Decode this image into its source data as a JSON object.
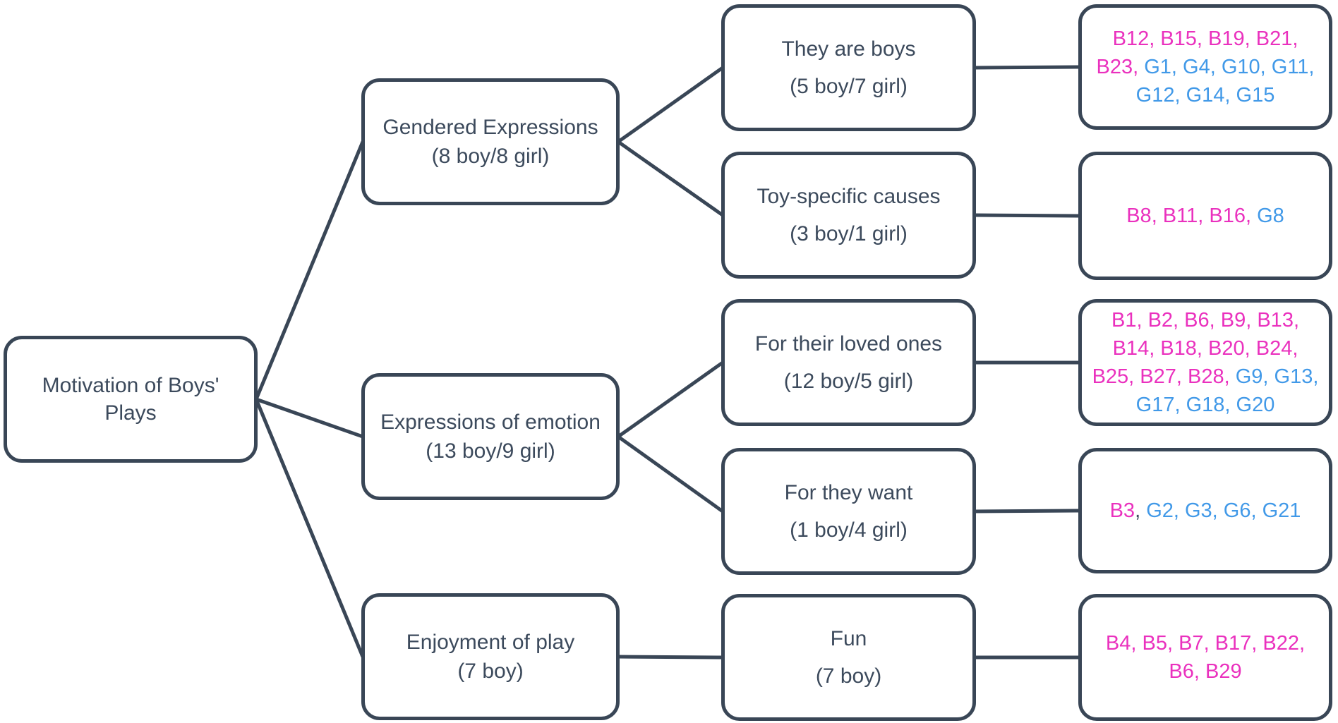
{
  "diagram": {
    "colors": {
      "outline": "#394656",
      "text": "#3C4A5C",
      "boy": "#EA31BE",
      "girl": "#4199E8"
    },
    "nodes": {
      "root": {
        "label": "Motivation of Boys' Plays"
      },
      "gendered": {
        "label": "Gendered Expressions",
        "count": "(8 boy/8 girl)"
      },
      "emotion": {
        "label": "Expressions of emotion",
        "count": "(13 boy/9 girl)"
      },
      "enjoyment": {
        "label": "Enjoyment of play",
        "count": "(7 boy)"
      },
      "boys": {
        "label": "They are boys",
        "count": "(5 boy/7 girl)"
      },
      "toy": {
        "label": "Toy-specific causes",
        "count": "(3 boy/1 girl)"
      },
      "loved": {
        "label": "For their loved ones",
        "count": "(12 boy/5 girl)"
      },
      "want": {
        "label": "For they want",
        "count": "(1 boy/4 girl)"
      },
      "fun": {
        "label": "Fun",
        "count": "(7 boy)"
      },
      "ids_boys": {
        "segments": [
          {
            "t": "B12, B15, B19, B21, B23, ",
            "c": "boy"
          },
          {
            "t": "G1, G4, G10, G11, G12, G14, G15",
            "c": "girl"
          }
        ]
      },
      "ids_toy": {
        "segments": [
          {
            "t": "B8, B11, B16, ",
            "c": "boy"
          },
          {
            "t": "G8",
            "c": "girl"
          }
        ]
      },
      "ids_loved": {
        "segments": [
          {
            "t": "B1, B2, B6, B9, B13, B14, B18, B20, B24, B25, B27, B28, ",
            "c": "boy"
          },
          {
            "t": "G9, G13, G17, G18, G20",
            "c": "girl"
          }
        ]
      },
      "ids_want": {
        "segments": [
          {
            "t": "B3",
            "c": "boy"
          },
          {
            "t": ", ",
            "c": "text"
          },
          {
            "t": "G2, G3, G6, G21",
            "c": "girl"
          }
        ]
      },
      "ids_fun": {
        "segments": [
          {
            "t": "B4, B5, B7, B17, B22, B6, B29",
            "c": "boy"
          }
        ]
      }
    },
    "edges": [
      [
        "root",
        "gendered"
      ],
      [
        "root",
        "emotion"
      ],
      [
        "root",
        "enjoyment"
      ],
      [
        "gendered",
        "boys"
      ],
      [
        "gendered",
        "toy"
      ],
      [
        "emotion",
        "loved"
      ],
      [
        "emotion",
        "want"
      ],
      [
        "enjoyment",
        "fun"
      ],
      [
        "boys",
        "ids_boys"
      ],
      [
        "toy",
        "ids_toy"
      ],
      [
        "loved",
        "ids_loved"
      ],
      [
        "want",
        "ids_want"
      ],
      [
        "fun",
        "ids_fun"
      ]
    ]
  }
}
